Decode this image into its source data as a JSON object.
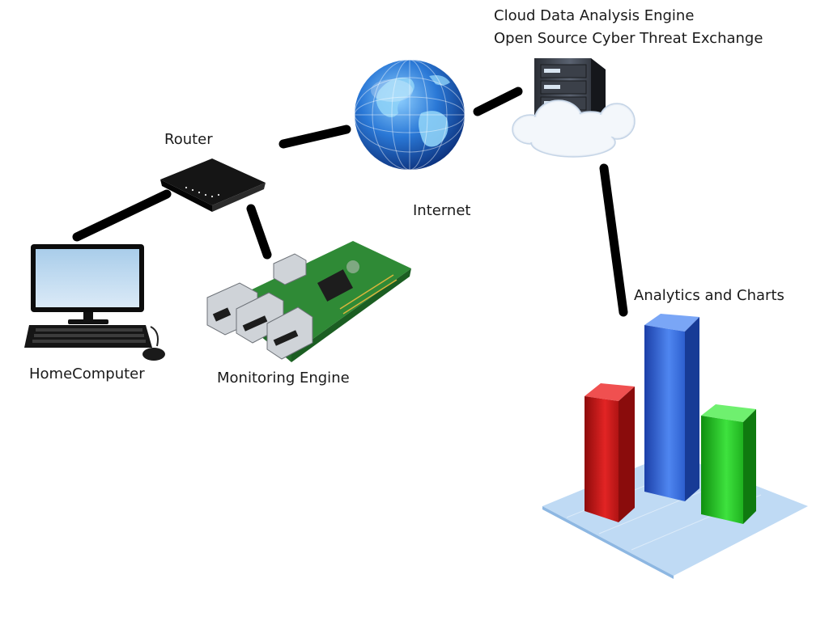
{
  "nodes": {
    "router": {
      "label": "Router"
    },
    "internet": {
      "label": "Internet"
    },
    "cloud": {
      "label_line1": "Cloud Data Analysis Engine",
      "label_line2": "Open Source Cyber Threat Exchange"
    },
    "home_computer": {
      "label": "HomeComputer"
    },
    "monitoring_engine": {
      "label": "Monitoring Engine"
    },
    "analytics": {
      "label": "Analytics and Charts"
    }
  },
  "connections": [
    {
      "from": "home_computer",
      "to": "router"
    },
    {
      "from": "router",
      "to": "monitoring_engine"
    },
    {
      "from": "router",
      "to": "internet"
    },
    {
      "from": "internet",
      "to": "cloud"
    },
    {
      "from": "cloud",
      "to": "analytics"
    }
  ],
  "colors": {
    "link": "#000000",
    "globe": "#1f5fb8",
    "land": "#7fc4ee",
    "bar_red": "#d81c1c",
    "bar_blue": "#2f6fe0",
    "bar_green": "#2ccf2c",
    "pcb": "#3a8f3a"
  },
  "icons": [
    "router-icon",
    "globe-icon",
    "server-cloud-icon",
    "desktop-computer-icon",
    "raspberry-pi-icon",
    "bar-chart-icon"
  ]
}
